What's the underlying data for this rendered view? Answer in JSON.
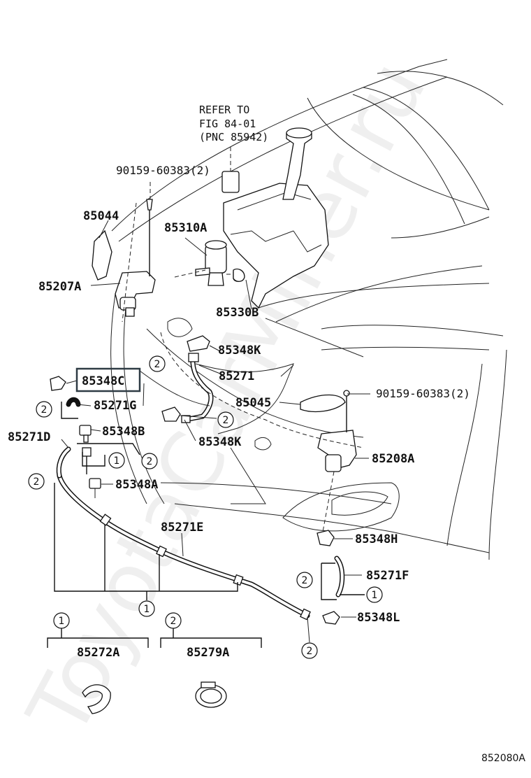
{
  "diagram": {
    "refer": [
      "REFER TO",
      "FIG 84-01",
      "(PNC 85942)"
    ],
    "labels": {
      "p90159_top": "90159-60383(2)",
      "p85044": "85044",
      "p85310A": "85310A",
      "p85207A": "85207A",
      "p85330B": "85330B",
      "p85348K_top": "85348K",
      "p85271": "85271",
      "p85348C": "85348C",
      "p90159_right": "90159-60383(2)",
      "p85045": "85045",
      "p85271G": "85271G",
      "p85348B": "85348B",
      "p85348K_mid": "85348K",
      "p85271D": "85271D",
      "p85208A": "85208A",
      "p85348A": "85348A",
      "p85271E": "85271E",
      "p85348H": "85348H",
      "p85271F": "85271F",
      "p85348L": "85348L",
      "p85272A": "85272A",
      "p85279A": "85279A"
    },
    "callouts": {
      "one": "1",
      "two": "2"
    },
    "watermark": "ToyotaCarMiner.ru",
    "footer_code": "852080A"
  }
}
